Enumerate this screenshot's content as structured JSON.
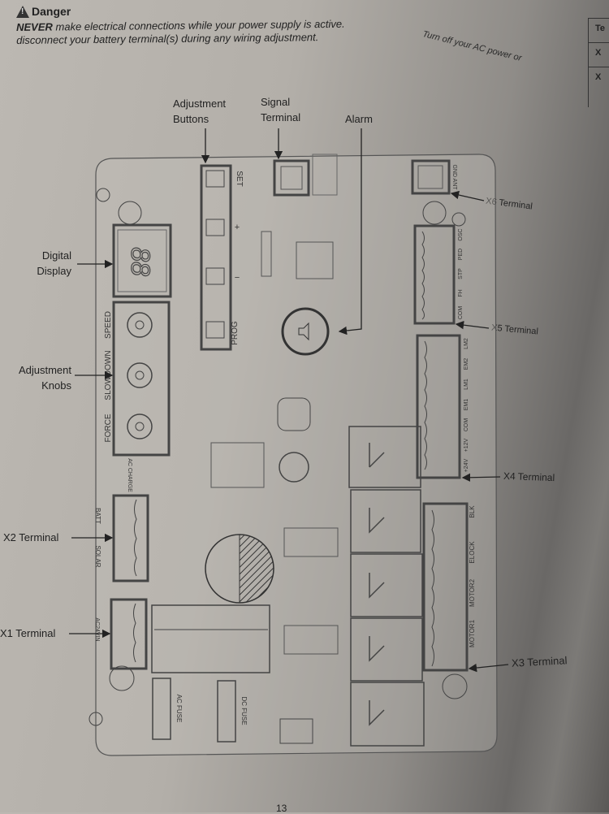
{
  "danger": {
    "icon": "warning-triangle-icon",
    "title": "Danger",
    "emphasis": "NEVER",
    "line1": " make electrical connections while your power supply is active.",
    "line1_tail": "Turn off your AC power or",
    "line2": "disconnect your battery terminal(s) during any wiring adjustment."
  },
  "side_table": {
    "cells": [
      "Te",
      "X",
      "X"
    ]
  },
  "callouts": {
    "adjustment_buttons": [
      "Adjustment",
      "Buttons"
    ],
    "signal_terminal": [
      "Signal",
      "Terminal"
    ],
    "alarm": "Alarm",
    "digital_display": [
      "Digital",
      "Display"
    ],
    "adjustment_knobs": [
      "Adjustment",
      "Knobs"
    ],
    "x2": "X2 Terminal",
    "x1": "X1 Terminal",
    "x6": "X6 Terminal",
    "x5": "X5 Terminal",
    "x4": "X4 Terminal",
    "x3": "X3 Terminal"
  },
  "board": {
    "display_digits": "88",
    "knobs": [
      "FORCE",
      "SLOWDOWN",
      "SPEED"
    ],
    "buttons": [
      "SET",
      "+",
      "−",
      "PROG"
    ],
    "x6_pins": "GND ANT",
    "x5_pins": [
      "COM",
      "FH",
      "STP",
      "PED",
      "OSC"
    ],
    "x4_pins": [
      "+24V",
      "+12V",
      "COM",
      "EM1",
      "LM1",
      "EM2",
      "LM2"
    ],
    "x3_pins": [
      "MOTOR1",
      "MOTOR2",
      "ELOCK",
      "BLK"
    ],
    "x2_pins": [
      "BATT",
      "SOLAR"
    ],
    "x1_pins": "AC24VIN",
    "ac_charge": "AC CHARGE",
    "ac_fuse": "AC FUSE",
    "dc_fuse": "DC FUSE"
  },
  "page_number": "13"
}
